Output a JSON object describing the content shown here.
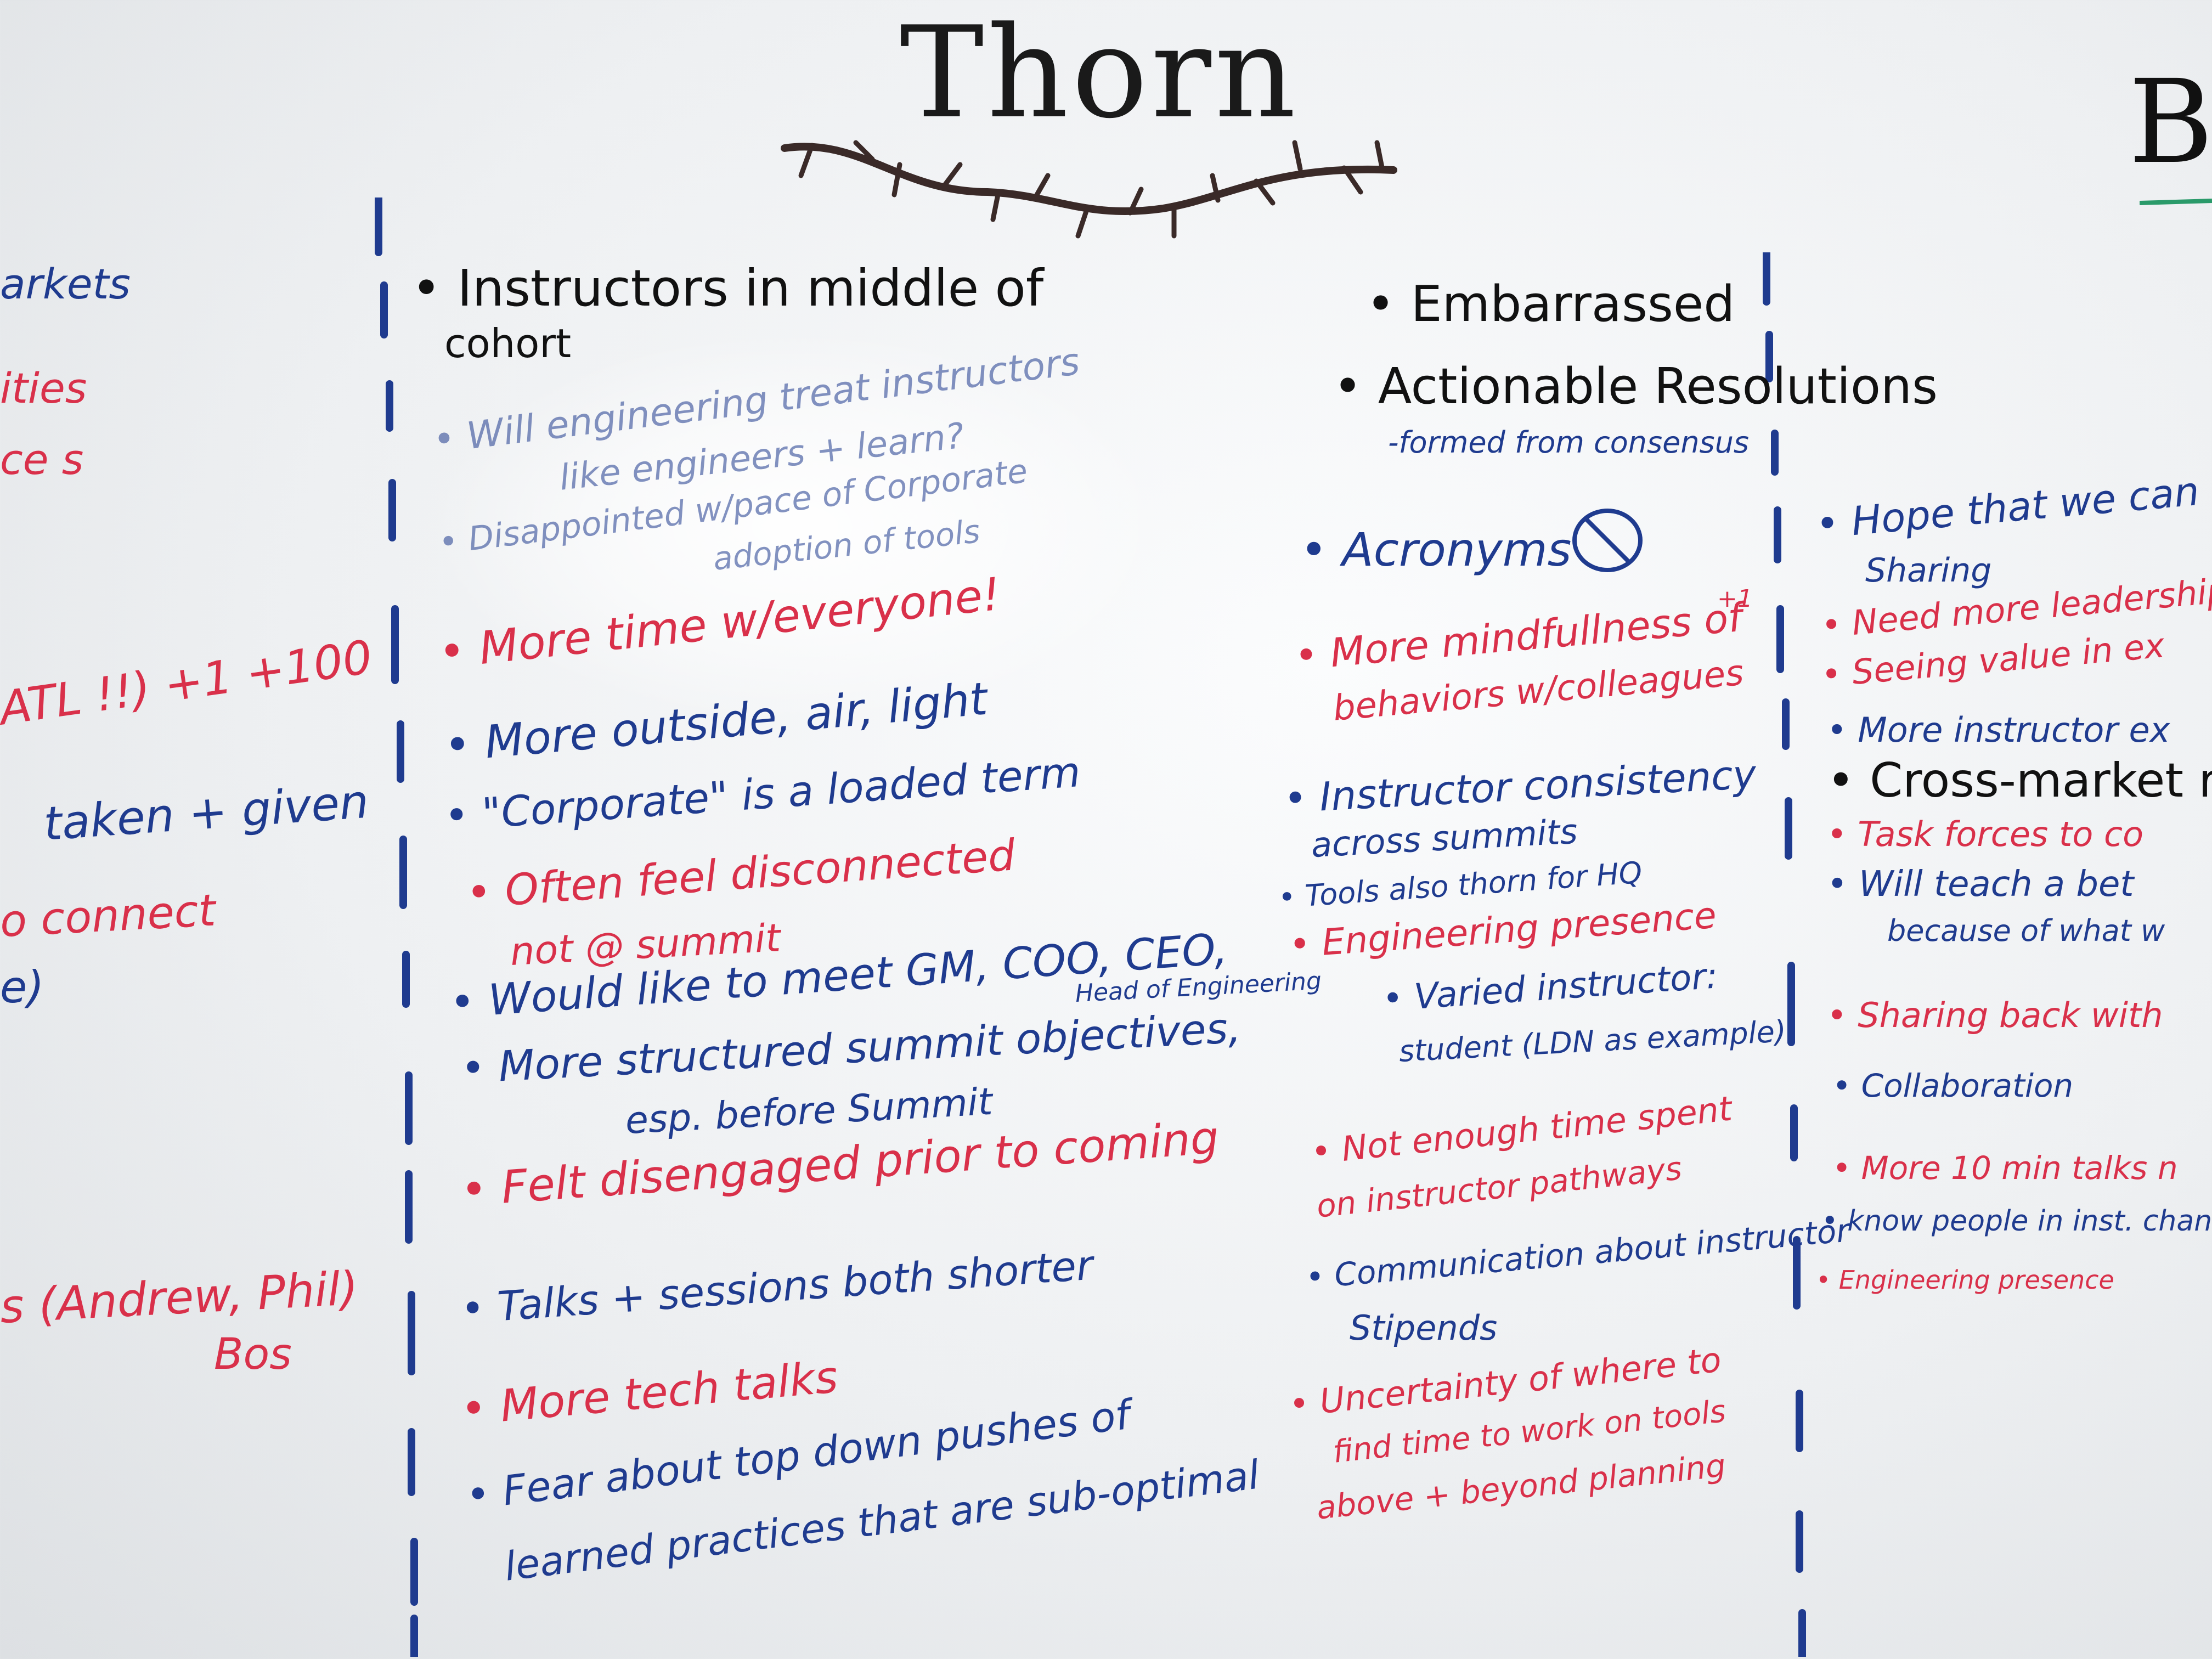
{
  "colors": {
    "blue": "#1f3b8f",
    "red": "#d9304a",
    "black": "#111111"
  },
  "title": "Thorn",
  "right_edge_letter": "B",
  "left_fragments": [
    {
      "text": "arkets",
      "color": "blue"
    },
    {
      "text": "ities",
      "color": "red"
    },
    {
      "text": "ce s",
      "color": "red"
    },
    {
      "text": "ATL !!)  +1 +100",
      "color": "red"
    },
    {
      "text": "taken + given",
      "color": "blue"
    },
    {
      "text": "o connect",
      "color": "red"
    },
    {
      "text": "e)",
      "color": "blue"
    },
    {
      "text": "s (Andrew, Phil)",
      "color": "red"
    },
    {
      "text": "Bos",
      "color": "red"
    }
  ],
  "col1": [
    {
      "text": "• Instructors in middle of",
      "color": "black"
    },
    {
      "text": "cohort",
      "color": "black"
    },
    {
      "text": "• Will engineering treat instructors",
      "color": "blue"
    },
    {
      "text": "like engineers + learn?",
      "color": "blue"
    },
    {
      "text": "• Disappointed w/pace of Corporate",
      "color": "blue"
    },
    {
      "text": "adoption of tools",
      "color": "blue"
    },
    {
      "text": "• More time w/everyone!",
      "color": "red"
    },
    {
      "text": "• More outside, air, light",
      "color": "blue"
    },
    {
      "text": "• \"Corporate\" is a loaded term",
      "color": "blue"
    },
    {
      "text": "• Often feel disconnected",
      "color": "red"
    },
    {
      "text": "not @ summit",
      "color": "red"
    },
    {
      "text": "• Would like to meet GM, COO, CEO,",
      "color": "blue"
    },
    {
      "text": "Head of Engineering",
      "color": "blue"
    },
    {
      "text": "• More structured summit objectives,",
      "color": "blue"
    },
    {
      "text": "esp. before Summit",
      "color": "blue"
    },
    {
      "text": "• Felt disengaged prior to coming",
      "color": "red"
    },
    {
      "text": "• Talks + sessions both shorter",
      "color": "blue"
    },
    {
      "text": "• More tech talks",
      "color": "red"
    },
    {
      "text": "• Fear about top down pushes of",
      "color": "blue"
    },
    {
      "text": "learned practices that are sub-optimal",
      "color": "blue"
    }
  ],
  "col2": [
    {
      "text": "• Embarrassed",
      "color": "black"
    },
    {
      "text": "• Actionable Resolutions",
      "color": "black"
    },
    {
      "text": "-formed from consensus",
      "color": "blue"
    },
    {
      "text": "• Acronyms",
      "color": "blue"
    },
    {
      "text": "• More mindfullness of",
      "color": "red"
    },
    {
      "text": "+1",
      "color": "red"
    },
    {
      "text": "behaviors w/colleagues",
      "color": "red"
    },
    {
      "text": "• Instructor consistency",
      "color": "blue"
    },
    {
      "text": "across summits",
      "color": "blue"
    },
    {
      "text": "• Tools also thorn for HQ",
      "color": "blue"
    },
    {
      "text": "• Engineering presence",
      "color": "red"
    },
    {
      "text": "• Varied instructor:",
      "color": "blue"
    },
    {
      "text": "student (LDN as example)",
      "color": "blue"
    },
    {
      "text": "• Not enough time spent",
      "color": "red"
    },
    {
      "text": "on instructor pathways",
      "color": "red"
    },
    {
      "text": "• Communication about instructor",
      "color": "blue"
    },
    {
      "text": "Stipends",
      "color": "blue"
    },
    {
      "text": "• Uncertainty of where to",
      "color": "red"
    },
    {
      "text": "find time to work on tools",
      "color": "red"
    },
    {
      "text": "above + beyond planning",
      "color": "red"
    }
  ],
  "col3": [
    {
      "text": "• Hope that we can",
      "color": "blue"
    },
    {
      "text": "Sharing",
      "color": "blue"
    },
    {
      "text": "• Need more leadership",
      "color": "red"
    },
    {
      "text": "• Seeing value in ex",
      "color": "red"
    },
    {
      "text": "• More instructor ex",
      "color": "blue"
    },
    {
      "text": "• Cross-market re",
      "color": "black"
    },
    {
      "text": "• Task forces to co",
      "color": "red"
    },
    {
      "text": "• Will teach a bet",
      "color": "blue"
    },
    {
      "text": "because of what w",
      "color": "blue"
    },
    {
      "text": "• Sharing back with",
      "color": "red"
    },
    {
      "text": "• Collaboration",
      "color": "blue"
    },
    {
      "text": "• More 10 min talks n",
      "color": "red"
    },
    {
      "text": "• know people in inst. chan",
      "color": "blue"
    },
    {
      "text": "• Engineering presence",
      "color": "red"
    }
  ]
}
